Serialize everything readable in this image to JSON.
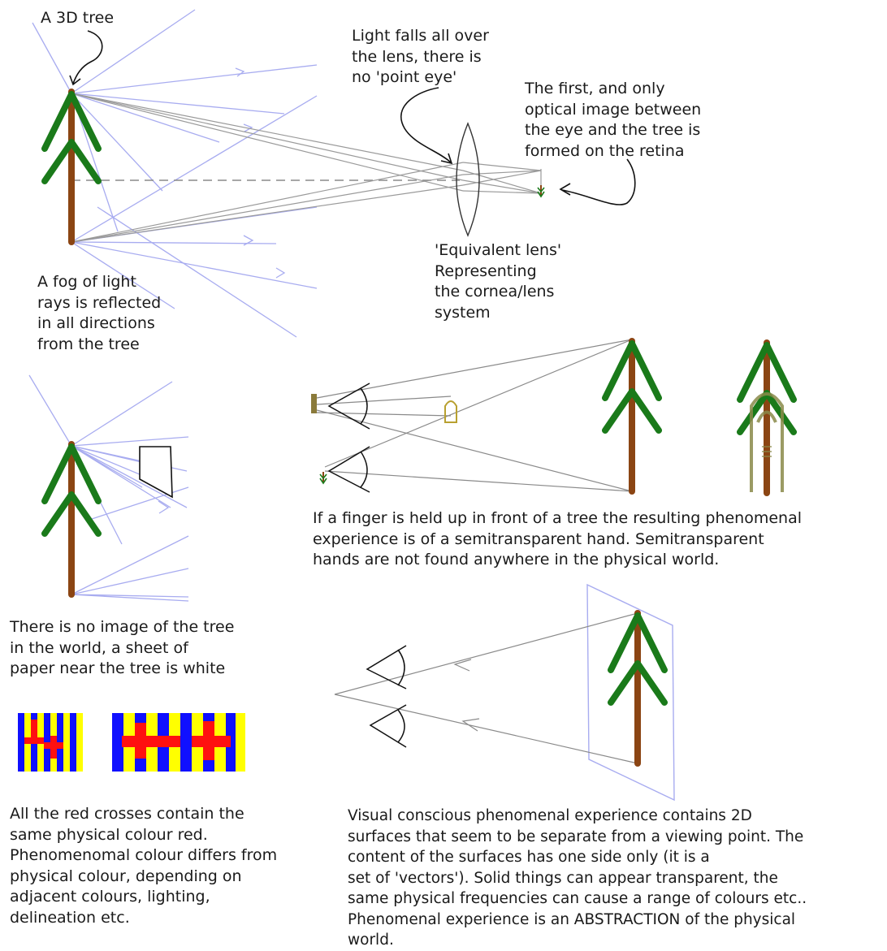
{
  "labels": {
    "tree_3d": "A 3D tree",
    "light_falls": "Light falls all over\nthe lens, there is\nno 'point eye'",
    "first_image": "The first, and only\noptical image between\nthe eye and the tree is\nformed on the retina",
    "equivalent_lens": "'Equivalent lens'\nRepresenting\nthe cornea/lens\nsystem",
    "fog_of_light": "A fog of light\nrays is reflected\nin all directions\nfrom the tree",
    "finger_hand": "If a finger is held up in front of a tree the resulting phenomenal\nexperience is of a semitransparent hand. Semitransparent\nhands are not found anywhere in the physical world.",
    "no_image": "There is no image of the tree\nin the world, a sheet of\npaper near the tree is white",
    "red_crosses": "All the red crosses contain the\nsame physical colour red.\nPhenomenomal colour differs from\nphysical colour, depending on\nadjacent colours, lighting,\ndelineation etc.",
    "visual_conscious": "Visual conscious phenomenal experience contains 2D\nsurfaces that seem to be separate from a viewing point. The\ncontent of the surfaces has one side only (it is a\nset of 'vectors'). Solid things can appear transparent, the\nsame physical frequencies can cause a range of colours etc..\nPhenomenal experience is an ABSTRACTION of the physical\nworld."
  },
  "colors": {
    "trunk": "#8b4513",
    "branch": "#1a7a1a",
    "ray": "#a8acf0",
    "line": "#8a8a8a",
    "pattern_blue": "#1010ff",
    "pattern_yellow": "#ffff00",
    "pattern_red": "#ff1010",
    "hand": "#8a8a4a"
  },
  "icons": [
    "tree-icon",
    "lens-icon",
    "eye-icon",
    "retina-image-icon",
    "paper-sheet-icon",
    "hand-icon",
    "pointer-arrow-icon"
  ]
}
